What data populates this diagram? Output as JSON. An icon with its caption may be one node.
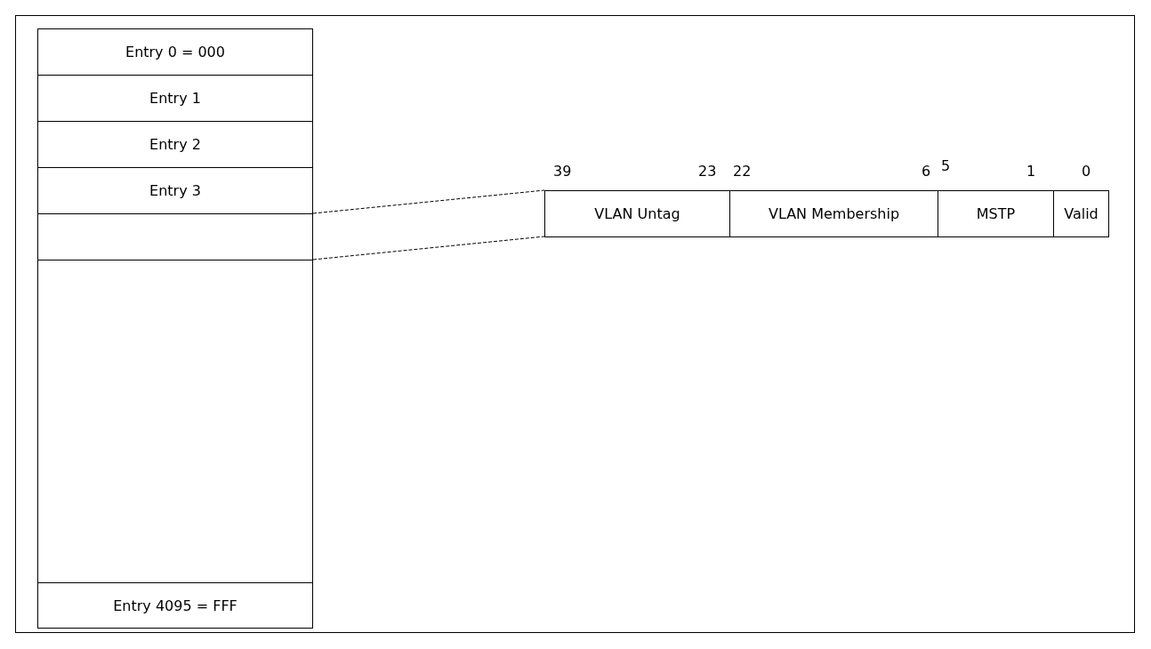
{
  "diagram": {
    "nodes": [
      {
        "text": [],
        "shape": "box"
      },
      {
        "text": [
          "Entry 0 = 000"
        ],
        "in": 0
      },
      {
        "text": [
          "Entry 1"
        ],
        "in": 0
      },
      {
        "text": [
          "Entry 2"
        ],
        "in": 0
      },
      {
        "text": [
          "Entry 3"
        ],
        "in": 0
      },
      {
        "text": [],
        "shape": "box",
        "in": 0
      },
      {
        "text": [
          "Entry 4095 = FFF"
        ],
        "in": 0
      },
      {
        "text": [],
        "shape": "box"
      },
      {
        "text": [
          "VLAN Untag"
        ],
        "in": 7
      },
      {
        "text": [
          "VLAN Membership"
        ],
        "in": 7
      },
      {
        "text": [
          "MSTP"
        ],
        "in": 7
      },
      {
        "text": [
          "Valid"
        ],
        "in": 7
      }
    ],
    "edges": [
      {
        "from": 5,
        "to": 7,
        "arrow": "none",
        "style": "dashed"
      },
      {
        "from": 5,
        "to": 7,
        "arrow": "none",
        "style": "dashed"
      }
    ],
    "labels": [
      "39",
      "23",
      "22",
      "6",
      "5",
      "1",
      "0"
    ]
  }
}
